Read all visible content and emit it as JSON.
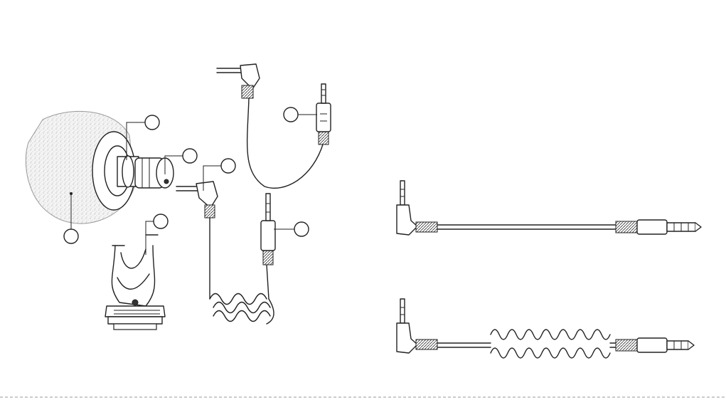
{
  "callouts": [
    {
      "id": "windscreen",
      "label": ""
    },
    {
      "id": "microphone",
      "label": ""
    },
    {
      "id": "output-jack",
      "label": ""
    },
    {
      "id": "shock-mount",
      "label": ""
    },
    {
      "id": "straight-trrs-cable",
      "label": ""
    },
    {
      "id": "coiled-trs-cable",
      "label": ""
    },
    {
      "id": "cable-right-angle-plug",
      "label": ""
    }
  ],
  "colors": {
    "ink": "#222222",
    "background": "#ffffff"
  }
}
